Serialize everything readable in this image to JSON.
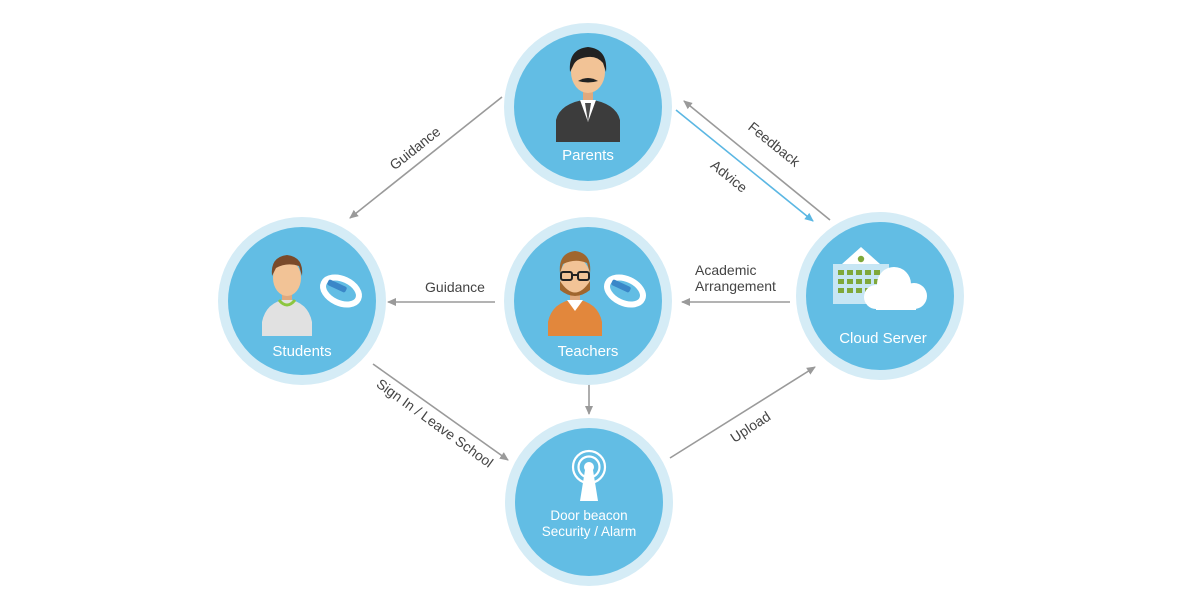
{
  "colors": {
    "outer_ring": "#d5ecf6",
    "circle": "#62bde4",
    "arrow_gray": "#9a9a9a",
    "arrow_blue": "#5bb7e3",
    "text_dark": "#444444"
  },
  "nodes": {
    "parents": {
      "label": "Parents",
      "icon": "parent-avatar-icon"
    },
    "students": {
      "label": "Students",
      "icon": "student-avatar-icon"
    },
    "teachers": {
      "label": "Teachers",
      "icon": "teacher-avatar-icon"
    },
    "cloud": {
      "label": "Cloud Server",
      "icon": "cloud-server-icon"
    },
    "door": {
      "label_line1": "Door beacon",
      "label_line2": "Security / Alarm",
      "icon": "beacon-antenna-icon"
    }
  },
  "edges": {
    "parents_students": "Guidance",
    "teachers_students": "Guidance",
    "cloud_teachers_line1": "Academic",
    "cloud_teachers_line2": "Arrangement",
    "cloud_parents": "Feedback",
    "parents_cloud": "Advice",
    "students_door": "Sign In / Leave School",
    "door_cloud": "Upload"
  }
}
